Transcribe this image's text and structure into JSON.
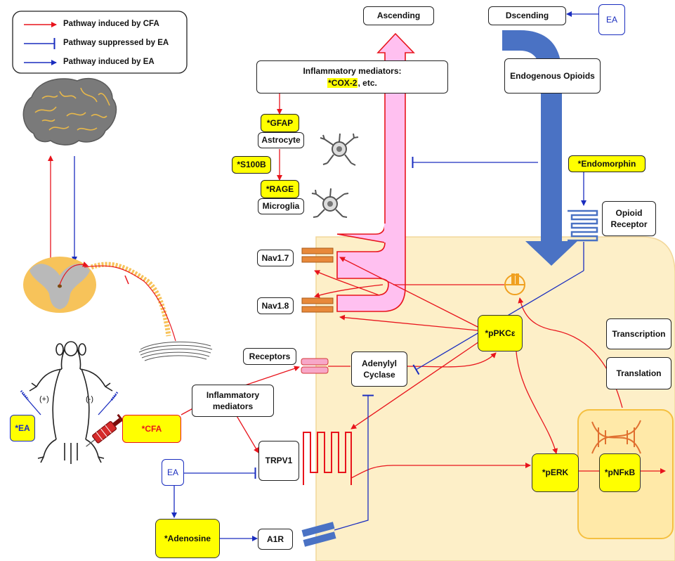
{
  "legend": {
    "cfa_induced": "Pathway induced by CFA",
    "ea_suppressed": "Pathway suppressed by EA",
    "ea_induced": "Pathway induced by EA"
  },
  "labels": {
    "ascending": "Ascending",
    "descending": "Dscending",
    "ea_top": "EA",
    "inflammatory_top_line1": "Inflammatory mediators:",
    "inflammatory_top_cox2": "*COX-2",
    "inflammatory_top_etc": ", etc.",
    "endogenous_opioids": "Endogenous Opioids",
    "gfap": "*GFAP",
    "astrocyte": "Astrocyte",
    "s100b": "*S100B",
    "rage": "*RAGE",
    "microglia": "Microglia",
    "endomorphin": "*Endomorphin",
    "opioid_receptor": "Opioid Receptor",
    "nav17": "Nav1.7",
    "nav18": "Nav1.8",
    "ppkce": "*pPKCε",
    "transcription": "Transcription",
    "translation": "Translation",
    "receptors": "Receptors",
    "adenylyl_cyclase": "Adenylyl Cyclase",
    "inflammatory_mediators": "Inflammatory mediators",
    "ea_left": "*EA",
    "plus": "(+)",
    "minus": "(-)",
    "cfa": "*CFA",
    "trpv1": "TRPV1",
    "ea_bottom": "EA",
    "perk": "*pERK",
    "pnfkb": "*pNFκB",
    "adenosine": "*Adenosine",
    "a1r": "A1R"
  },
  "colors": {
    "cfa_pathway": "#e8141c",
    "ea_pathway": "#1a2dbf",
    "ascending_arrow": "#ffc0f0",
    "descending_arrow": "#4a72c4",
    "cell_background": "#fdefc8",
    "highlight": "#ffff00",
    "channel": "#e8893a",
    "brain": "#7a7a7a",
    "brain_sulci": "#e8b84a"
  },
  "icons": [
    "brain-icon",
    "spinal-cord-icon",
    "rat-icon",
    "syringe-icon",
    "astrocyte-icon",
    "microglia-icon",
    "dna-icon",
    "gpcr-icon",
    "ion-channel-icon",
    "muscle-icon",
    "acupuncture-needle-icon"
  ]
}
